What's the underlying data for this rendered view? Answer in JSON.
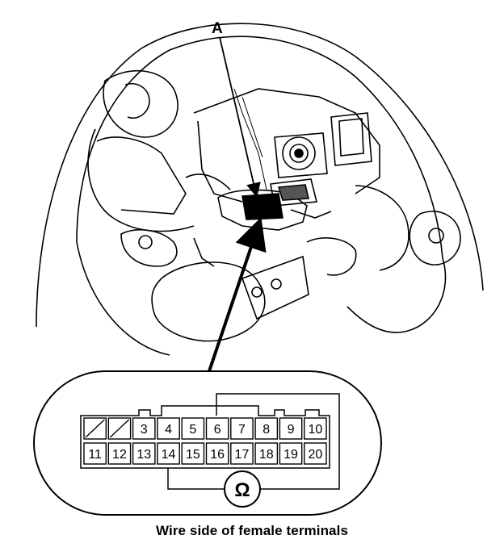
{
  "callout": {
    "label": "A"
  },
  "connector": {
    "top_row": [
      "",
      "",
      "3",
      "4",
      "5",
      "6",
      "7",
      "8",
      "9",
      "10"
    ],
    "bottom_row": [
      "11",
      "12",
      "13",
      "14",
      "15",
      "16",
      "17",
      "18",
      "19",
      "20"
    ],
    "blocked_cells": [
      1,
      2
    ],
    "meter_symbol": "Ω",
    "probe_terminals": [
      "6",
      "14"
    ]
  },
  "caption": "Wire side of female terminals",
  "icons": {
    "meter": "ohmmeter-icon"
  }
}
